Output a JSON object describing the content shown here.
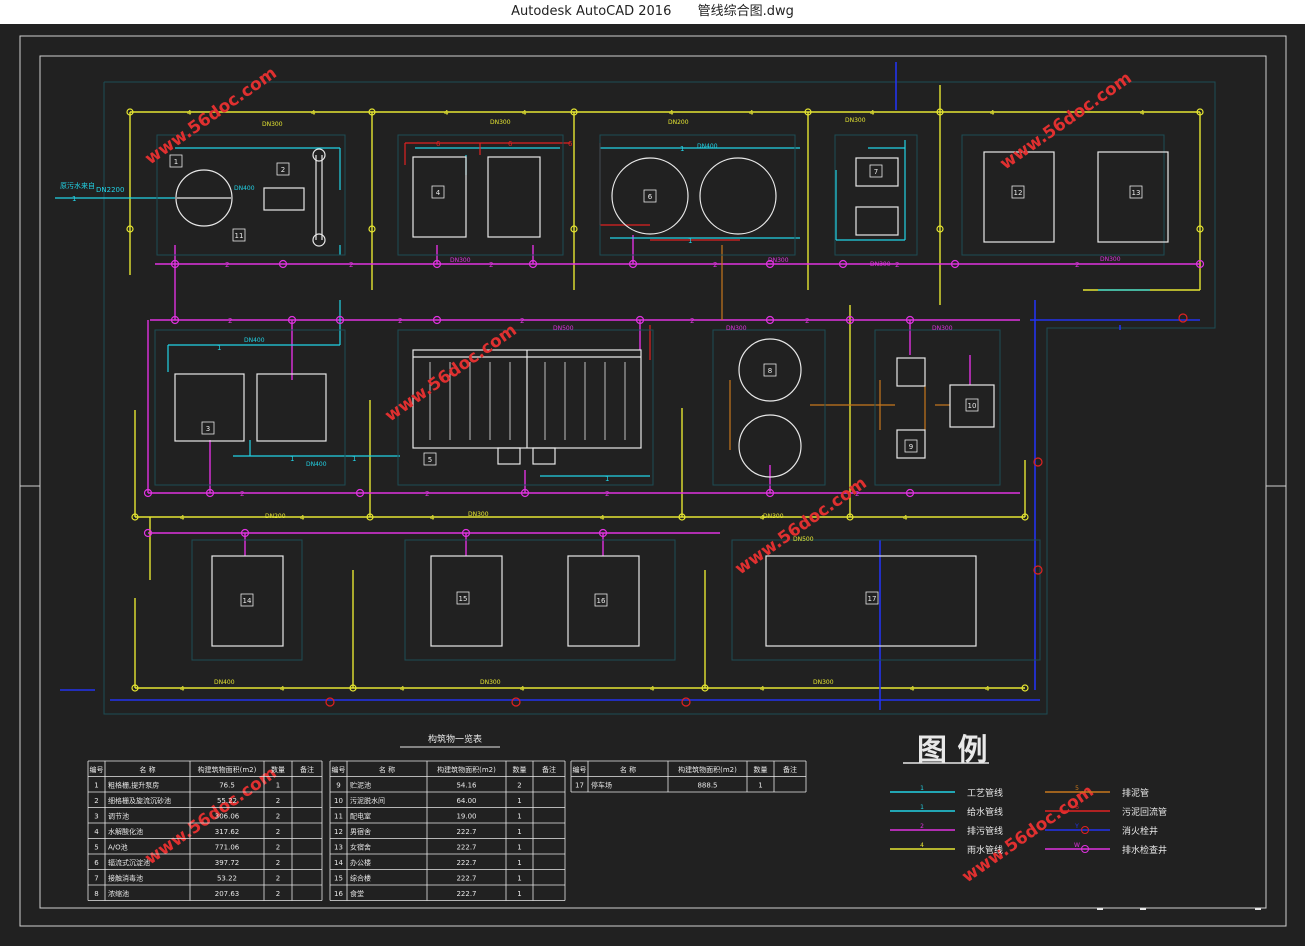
{
  "window": {
    "app": "Autodesk AutoCAD 2016",
    "file": "管线综合图.dwg"
  },
  "colors": {
    "background": "#212121",
    "process_pipe": "#22d3e6",
    "water_supply": "#22d3e6",
    "sewage": "#e032e0",
    "rain": "#e6e632",
    "sludge": "#c8781e",
    "fire": "#2233ee",
    "red": "#e02222"
  },
  "watermark": "www.56doc.com",
  "labels": {
    "inlet": "原污水来自",
    "dn_inlet": "DN2200",
    "dn_list": [
      "DN300",
      "DN300",
      "DN200",
      "DN400",
      "DN400",
      "DN300",
      "DN300",
      "DN300",
      "DN300",
      "DN300",
      "DN200",
      "DN400",
      "DN500",
      "DN400",
      "DN300",
      "DN300",
      "DN300",
      "DN300",
      "DN500",
      "DN300",
      "DN400",
      "DN300"
    ]
  },
  "building_numbers": [
    "1",
    "2",
    "3",
    "4",
    "5",
    "6",
    "7",
    "8",
    "9",
    "10",
    "11",
    "12",
    "13",
    "14",
    "15",
    "16",
    "17"
  ],
  "table": {
    "title": "构筑物一览表",
    "headers": [
      "编号",
      "名 称",
      "构建筑物面积(m2)",
      "数量",
      "备注",
      "编号",
      "名 称",
      "构建筑物面积(m2)",
      "数量",
      "备注",
      "编号",
      "名 称",
      "构建筑物面积(m2)",
      "数量",
      "备注"
    ],
    "left_rows": [
      [
        "1",
        "粗格栅,提升泵房",
        "76.5",
        "1",
        ""
      ],
      [
        "2",
        "细格栅及旋流沉砂池",
        "55.22",
        "2",
        ""
      ],
      [
        "3",
        "调节池",
        "306.06",
        "2",
        ""
      ],
      [
        "4",
        "水解酸化池",
        "317.62",
        "2",
        ""
      ],
      [
        "5",
        "A/O池",
        "771.06",
        "2",
        ""
      ],
      [
        "6",
        "辐流式沉淀池",
        "397.72",
        "2",
        ""
      ],
      [
        "7",
        "接触消毒池",
        "53.22",
        "2",
        ""
      ],
      [
        "8",
        "浓缩池",
        "207.63",
        "2",
        ""
      ]
    ],
    "mid_rows": [
      [
        "9",
        "贮泥池",
        "54.16",
        "2",
        ""
      ],
      [
        "10",
        "污泥脱水间",
        "64.00",
        "1",
        ""
      ],
      [
        "11",
        "配电室",
        "19.00",
        "1",
        ""
      ],
      [
        "12",
        "男宿舍",
        "222.7",
        "1",
        ""
      ],
      [
        "13",
        "女宿舍",
        "222.7",
        "1",
        ""
      ],
      [
        "14",
        "办公楼",
        "222.7",
        "1",
        ""
      ],
      [
        "15",
        "综合楼",
        "222.7",
        "1",
        ""
      ],
      [
        "16",
        "食堂",
        "222.7",
        "1",
        ""
      ]
    ],
    "right_rows": [
      [
        "17",
        "停车场",
        "888.5",
        "1",
        ""
      ]
    ]
  },
  "legend": {
    "title": "图 例",
    "items": [
      {
        "name": "工艺管线",
        "mark": "1"
      },
      {
        "name": "给水管线",
        "mark": "1"
      },
      {
        "name": "排污管线",
        "mark": "2"
      },
      {
        "name": "雨水管线",
        "mark": "4"
      },
      {
        "name": "排泥管",
        "mark": "5"
      },
      {
        "name": "污泥回流管",
        "mark": "6"
      },
      {
        "name": "消火栓井",
        "mark": "Y"
      },
      {
        "name": "排水检查井",
        "mark": "W"
      }
    ]
  }
}
